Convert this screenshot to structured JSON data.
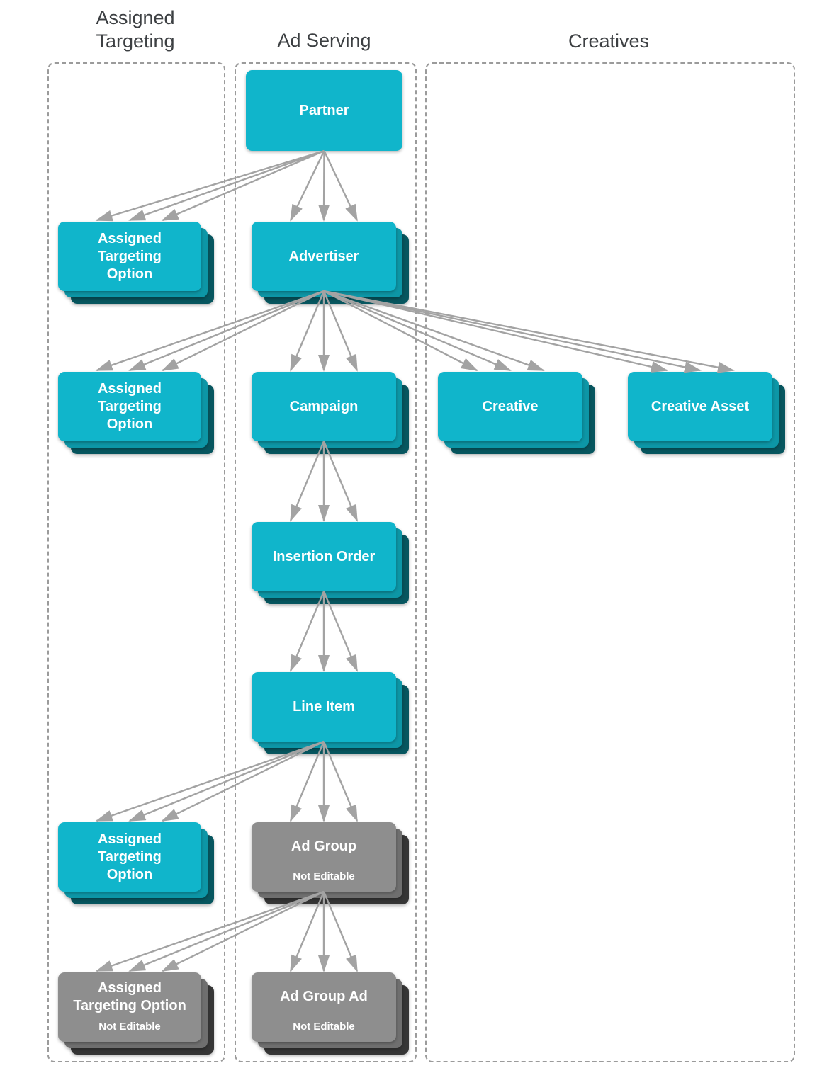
{
  "columns": {
    "targeting": {
      "label": "Assigned Targeting"
    },
    "ad_serving": {
      "label": "Ad Serving"
    },
    "creatives": {
      "label": "Creatives"
    }
  },
  "nodes": {
    "partner": {
      "label": "Partner"
    },
    "ato-partner": {
      "label": "Assigned Targeting Option"
    },
    "advertiser": {
      "label": "Advertiser"
    },
    "ato-advertiser": {
      "label": "Assigned Targeting Option"
    },
    "campaign": {
      "label": "Campaign"
    },
    "creative": {
      "label": "Creative"
    },
    "creative-asset": {
      "label": "Creative Asset"
    },
    "insertion-order": {
      "label": "Insertion Order"
    },
    "line-item": {
      "label": "Line Item"
    },
    "ato-line-item": {
      "label": "Assigned Targeting Option"
    },
    "ad-group": {
      "label": "Ad Group",
      "sublabel": "Not Editable"
    },
    "ato-ad-group": {
      "label": "Assigned Targeting Option",
      "sublabel": "Not Editable"
    },
    "ad-group-ad": {
      "label": "Ad Group Ad",
      "sublabel": "Not Editable"
    }
  },
  "edges": [
    {
      "from": "partner",
      "to": "ato-partner"
    },
    {
      "from": "partner",
      "to": "advertiser"
    },
    {
      "from": "advertiser",
      "to": "ato-advertiser"
    },
    {
      "from": "advertiser",
      "to": "campaign"
    },
    {
      "from": "advertiser",
      "to": "creative"
    },
    {
      "from": "advertiser",
      "to": "creative-asset"
    },
    {
      "from": "campaign",
      "to": "insertion-order"
    },
    {
      "from": "insertion-order",
      "to": "line-item"
    },
    {
      "from": "line-item",
      "to": "ato-line-item"
    },
    {
      "from": "line-item",
      "to": "ad-group"
    },
    {
      "from": "ad-group",
      "to": "ato-ad-group"
    },
    {
      "from": "ad-group",
      "to": "ad-group-ad"
    }
  ],
  "arrow_style": {
    "lines_per_edge": 3,
    "color": "#a3a3a3"
  },
  "colors": {
    "node_cyan": "#10b5cb",
    "node_cyan_mid": "#0d96a6",
    "node_cyan_dark": "#07565f",
    "node_gray": "#8e8e8e",
    "node_gray_mid": "#6f6f6f",
    "node_gray_dark": "#363636",
    "arrow": "#a3a3a3",
    "column_border": "#9b9b9b",
    "title_text": "#3d4043",
    "node_text": "#ffffff"
  }
}
